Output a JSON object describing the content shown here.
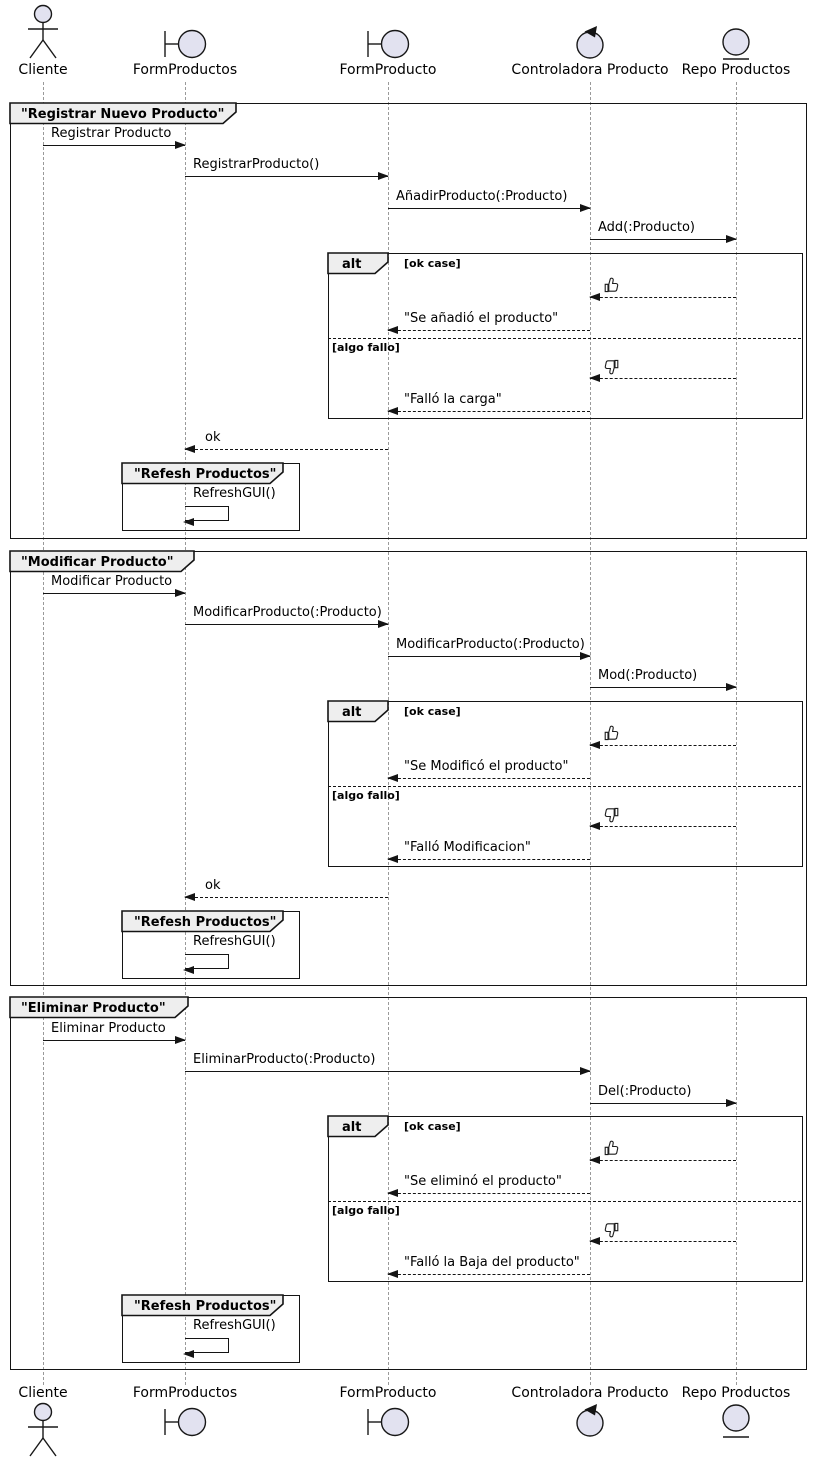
{
  "diagram_kind": "uml-sequence-diagram",
  "colors": {
    "participant_fill": "#E2E2F0",
    "stroke": "#181818",
    "frame_tab_fill": "#EEEEEE",
    "lifeline": "#9A9A9A",
    "background": "#FFFFFF"
  },
  "participants": [
    {
      "label": "Cliente",
      "type": "actor"
    },
    {
      "label": "FormProductos",
      "type": "boundary"
    },
    {
      "label": "FormProducto",
      "type": "boundary"
    },
    {
      "label": "Controladora Producto",
      "type": "control"
    },
    {
      "label": "Repo Productos",
      "type": "entity"
    }
  ],
  "frames": [
    {
      "title": "\"Registrar Nuevo Producto\"",
      "messages": [
        "Registrar Producto",
        "RegistrarProducto()",
        "AñadirProducto(:Producto)",
        "Add(:Producto)"
      ],
      "alt": {
        "keyword": "alt",
        "guard_ok": "[ok case]",
        "ok_icon": "thumbs-up",
        "reply_ok": "\"Se añadió el producto\"",
        "guard_fail": "[algo fallo]",
        "fail_icon": "thumbs-down",
        "reply_fail": "\"Falló la carga\""
      },
      "return_label": "ok",
      "refresh": {
        "title": "\"Refesh Productos\"",
        "message": "RefreshGUI()"
      }
    },
    {
      "title": "\"Modificar Producto\"",
      "messages": [
        "Modificar Producto",
        "ModificarProducto(:Producto)",
        "ModificarProducto(:Producto)",
        "Mod(:Producto)"
      ],
      "alt": {
        "keyword": "alt",
        "guard_ok": "[ok case]",
        "ok_icon": "thumbs-up",
        "reply_ok": "\"Se Modificó el producto\"",
        "guard_fail": "[algo fallo]",
        "fail_icon": "thumbs-down",
        "reply_fail": "\"Falló Modificacion\""
      },
      "return_label": "ok",
      "refresh": {
        "title": "\"Refesh Productos\"",
        "message": "RefreshGUI()"
      }
    },
    {
      "title": "\"Eliminar Producto\"",
      "messages": [
        "Eliminar Producto",
        "EliminarProducto(:Producto)",
        "Del(:Producto)"
      ],
      "alt": {
        "keyword": "alt",
        "guard_ok": "[ok case]",
        "ok_icon": "thumbs-up",
        "reply_ok": "\"Se eliminó el producto\"",
        "guard_fail": "[algo fallo]",
        "fail_icon": "thumbs-down",
        "reply_fail": "\"Falló la Baja del producto\""
      },
      "refresh": {
        "title": "\"Refesh Productos\"",
        "message": "RefreshGUI()"
      }
    }
  ]
}
